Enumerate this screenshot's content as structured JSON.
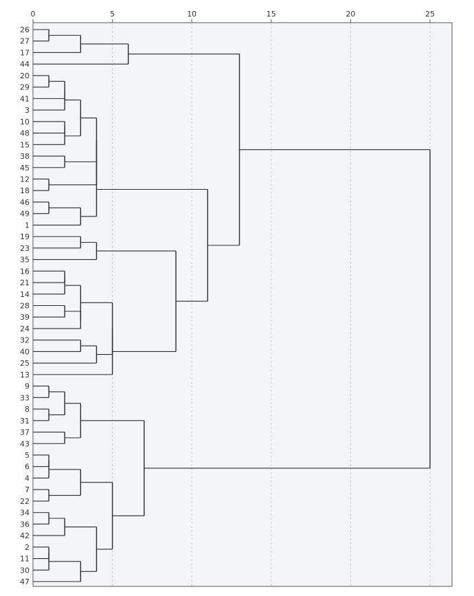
{
  "chart_data": {
    "type": "dendrogram",
    "x_axis": {
      "ticks": [
        0,
        5,
        10,
        15,
        20,
        25
      ],
      "range": [
        0,
        27
      ],
      "grid": true,
      "grid_style": "dashed"
    },
    "leaf_order": [
      26,
      27,
      17,
      44,
      20,
      29,
      41,
      3,
      10,
      48,
      15,
      38,
      45,
      12,
      18,
      46,
      49,
      1,
      19,
      23,
      35,
      16,
      21,
      14,
      28,
      39,
      24,
      32,
      40,
      25,
      13,
      9,
      33,
      8,
      31,
      37,
      43,
      5,
      6,
      4,
      7,
      22,
      34,
      36,
      42,
      2,
      11,
      30,
      47
    ],
    "merges": [
      {
        "a": "26",
        "b": "27",
        "height": 1
      },
      {
        "a": "A1",
        "b": "17",
        "height": 3
      },
      {
        "a": "A2",
        "b": "44",
        "height": 6
      },
      {
        "a": "20",
        "b": "29",
        "height": 1
      },
      {
        "a": "B1",
        "b": "41",
        "height": 2
      },
      {
        "a": "B2",
        "b": "3",
        "height": 2
      },
      {
        "a": "10",
        "b": "48",
        "height": 2
      },
      {
        "a": "B4",
        "b": "15",
        "height": 2
      },
      {
        "a": "B3",
        "b": "B5",
        "height": 3
      },
      {
        "a": "38",
        "b": "45",
        "height": 2
      },
      {
        "a": "12",
        "b": "18",
        "height": 1
      },
      {
        "a": "46",
        "b": "49",
        "height": 1
      },
      {
        "a": "B9",
        "b": "1",
        "height": 3
      },
      {
        "a": "B6",
        "b": "B7",
        "height": 4
      },
      {
        "a": "B11",
        "b": "B8",
        "height": 4
      },
      {
        "a": "B12",
        "b": "B10",
        "height": 4
      },
      {
        "a": "19",
        "b": "23",
        "height": 3
      },
      {
        "a": "C1",
        "b": "35",
        "height": 4
      },
      {
        "a": "16",
        "b": "21",
        "height": 2
      },
      {
        "a": "D1",
        "b": "14",
        "height": 2
      },
      {
        "a": "28",
        "b": "39",
        "height": 2
      },
      {
        "a": "D3",
        "b": "24",
        "height": 3
      },
      {
        "a": "D2",
        "b": "D4",
        "height": 3
      },
      {
        "a": "32",
        "b": "40",
        "height": 3
      },
      {
        "a": "D6",
        "b": "25",
        "height": 4
      },
      {
        "a": "D5",
        "b": "D7",
        "height": 5
      },
      {
        "a": "D8",
        "b": "13",
        "height": 5
      },
      {
        "a": "C2",
        "b": "D9",
        "height": 9
      },
      {
        "a": "B13",
        "b": "E1",
        "height": 11
      },
      {
        "a": "A3",
        "b": "E2",
        "height": 13
      },
      {
        "a": "9",
        "b": "33",
        "height": 1
      },
      {
        "a": "8",
        "b": "31",
        "height": 1
      },
      {
        "a": "F1",
        "b": "F2",
        "height": 2
      },
      {
        "a": "37",
        "b": "43",
        "height": 2
      },
      {
        "a": "F3",
        "b": "F4",
        "height": 3
      },
      {
        "a": "5",
        "b": "6",
        "height": 1
      },
      {
        "a": "G1",
        "b": "4",
        "height": 1
      },
      {
        "a": "7",
        "b": "22",
        "height": 1
      },
      {
        "a": "G2",
        "b": "G3",
        "height": 3
      },
      {
        "a": "34",
        "b": "36",
        "height": 1
      },
      {
        "a": "H1",
        "b": "42",
        "height": 2
      },
      {
        "a": "2",
        "b": "11",
        "height": 1
      },
      {
        "a": "H3",
        "b": "30",
        "height": 1
      },
      {
        "a": "H4",
        "b": "47",
        "height": 3
      },
      {
        "a": "H2",
        "b": "H5",
        "height": 4
      },
      {
        "a": "G4",
        "b": "H6",
        "height": 5
      },
      {
        "a": "F5",
        "b": "G5",
        "height": 7
      },
      {
        "a": "E3",
        "b": "F6",
        "height": 25
      }
    ]
  }
}
